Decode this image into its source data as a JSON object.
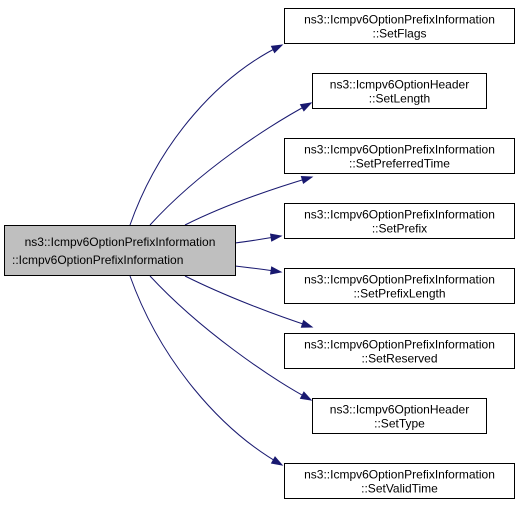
{
  "source": {
    "line1": "ns3::Icmpv6OptionPrefixInformation",
    "line2": "::Icmpv6OptionPrefixInformation",
    "fill": "#bfbfbf"
  },
  "targets": [
    {
      "line1": "ns3::Icmpv6OptionPrefixInformation",
      "line2": "::SetFlags"
    },
    {
      "line1": "ns3::Icmpv6OptionHeader",
      "line2": "::SetLength"
    },
    {
      "line1": "ns3::Icmpv6OptionPrefixInformation",
      "line2": "::SetPreferredTime"
    },
    {
      "line1": "ns3::Icmpv6OptionPrefixInformation",
      "line2": "::SetPrefix"
    },
    {
      "line1": "ns3::Icmpv6OptionPrefixInformation",
      "line2": "::SetPrefixLength"
    },
    {
      "line1": "ns3::Icmpv6OptionPrefixInformation",
      "line2": "::SetReserved"
    },
    {
      "line1": "ns3::Icmpv6OptionHeader",
      "line2": "::SetType"
    },
    {
      "line1": "ns3::Icmpv6OptionPrefixInformation",
      "line2": "::SetValidTime"
    }
  ],
  "colors": {
    "edge": "#191970",
    "target_fill": "#ffffff",
    "border": "#000000"
  }
}
